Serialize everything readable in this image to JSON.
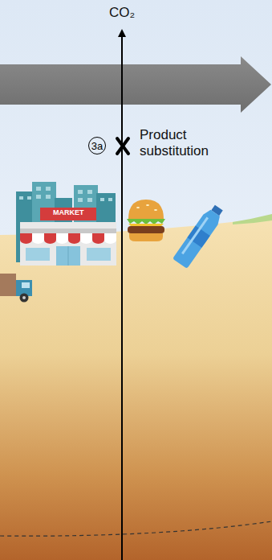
{
  "diagram": {
    "nodes": [
      {
        "text": [
          "3a"
        ]
      }
    ],
    "labels": [
      "CO₂",
      "Product substitution",
      "MARKET"
    ]
  }
}
